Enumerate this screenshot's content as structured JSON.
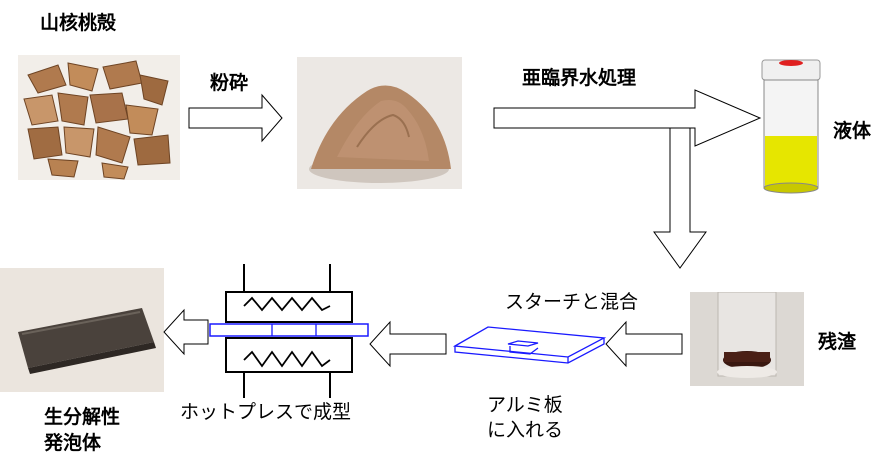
{
  "steps": {
    "raw_material": "山核桃殻",
    "pulverize": "粉砕",
    "subcritical_water": "亜臨界水処理",
    "liquid": "液体",
    "residue": "残渣",
    "starch_mix": "スターチと混合",
    "aluminum_line1": "アルミ板",
    "aluminum_line2": "に入れる",
    "hot_press": "ホットプレスで成型",
    "product_line1": "生分解性",
    "product_line2": "発泡体"
  },
  "icons": {
    "arrow": "hollow-arrow",
    "press": "hot-press-heater-icon",
    "tray": "aluminum-tray-icon"
  },
  "colors": {
    "shell": "#b07a4e",
    "powder": "#b48866",
    "liquid": "#e6e600",
    "residue": "#3a1810",
    "foam": "#4a423c",
    "tray_outline": "#1a1aff"
  }
}
